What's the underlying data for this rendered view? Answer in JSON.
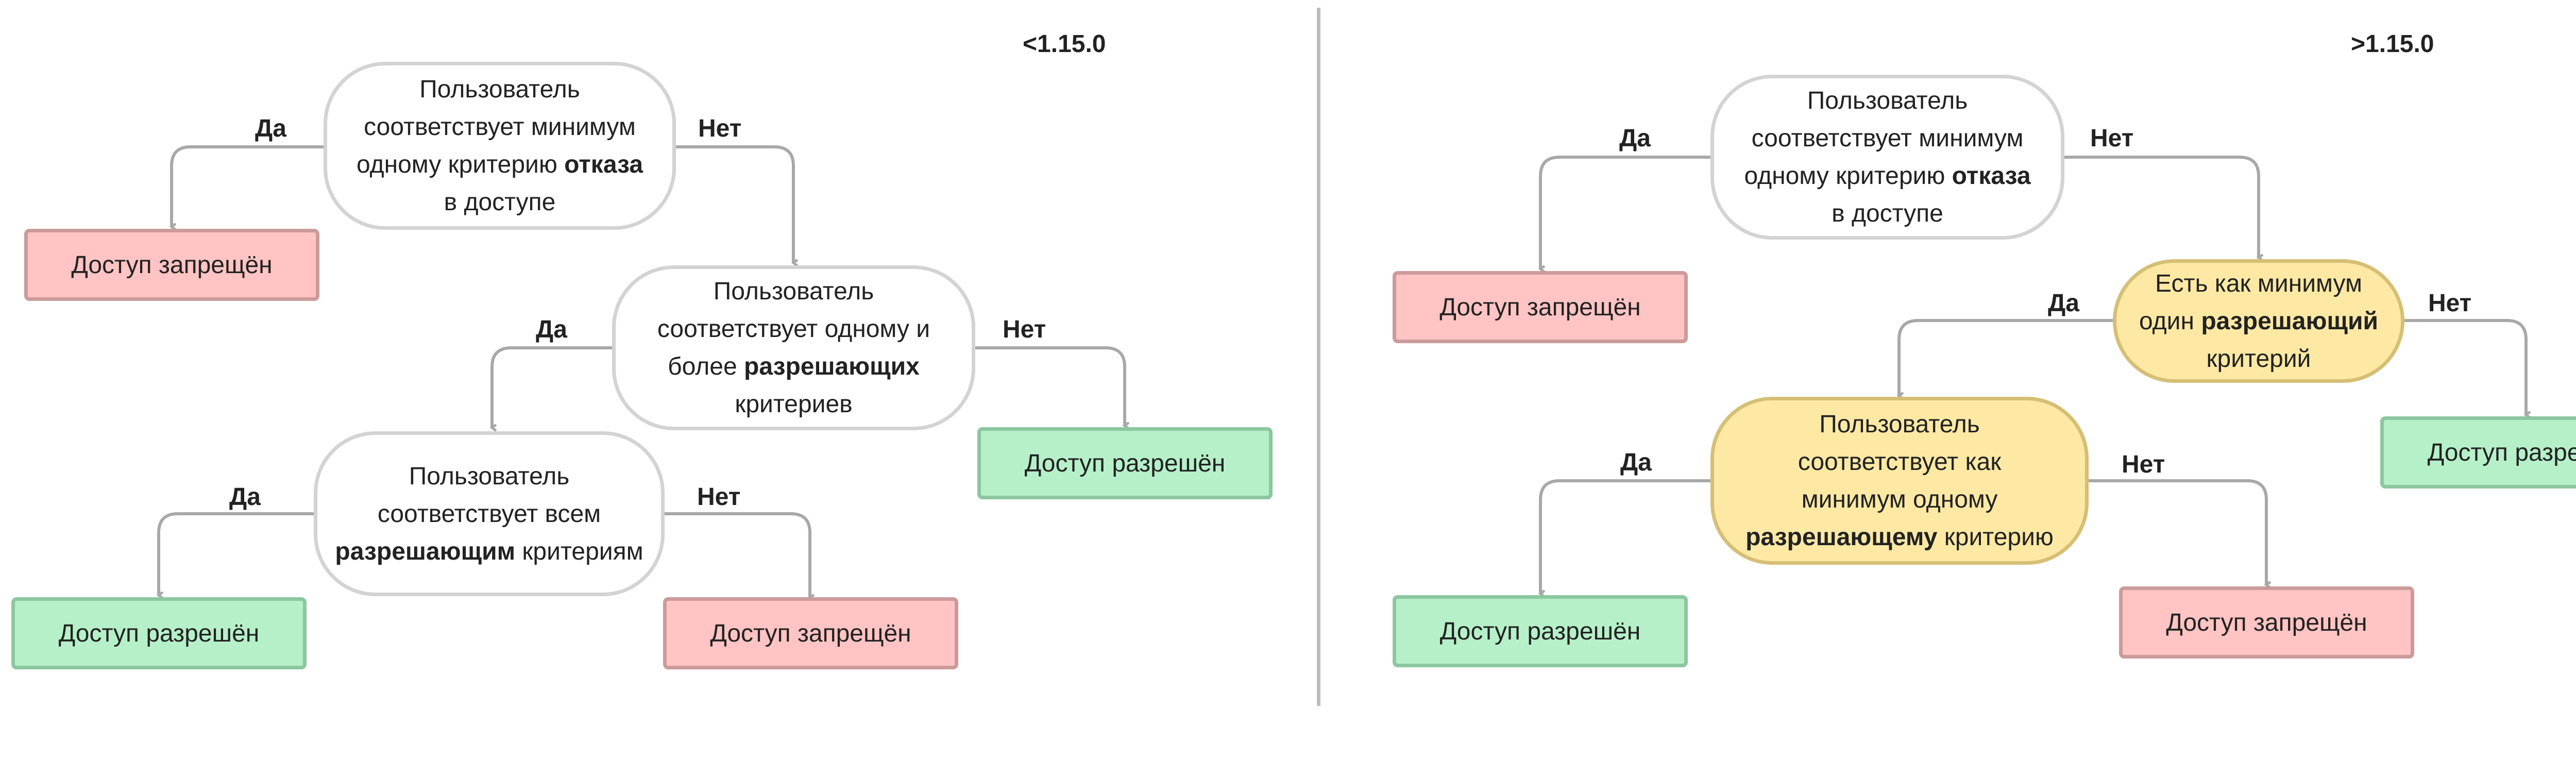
{
  "left": {
    "version": "<1.15.0",
    "q1": {
      "a": "Пользователь",
      "b": "соответствует минимум",
      "c": "одному критерию ",
      "d": "отказа",
      "e": "в доступе"
    },
    "q2": {
      "a": "Пользователь",
      "b": "соответствует одному и",
      "c": "более ",
      "d": "разрешающих",
      "e": "критериев"
    },
    "q3": {
      "a": "Пользователь",
      "b": "соответствует всем",
      "c": "разрешающим",
      "d": " критериям"
    },
    "out_deny_1": "Доступ запрещён",
    "out_allow_1": "Доступ разрешён",
    "out_allow_2": "Доступ разрешён",
    "out_deny_2": "Доступ запрещён",
    "yes": "Да",
    "no": "Нет"
  },
  "right": {
    "version": ">1.15.0",
    "q1": {
      "a": "Пользователь",
      "b": "соответствует минимум",
      "c": "одному критерию ",
      "d": "отказа",
      "e": "в доступе"
    },
    "q2": {
      "a": "Есть как минимум",
      "b": "один ",
      "c": "разрешающий",
      "d": "критерий"
    },
    "q3": {
      "a": "Пользователь",
      "b": "соответствует как",
      "c": "минимум одному",
      "d": "разрешающему",
      "e": " критерию"
    },
    "out_deny_1": "Доступ запрещён",
    "out_allow_1": "Доступ разрешён",
    "out_allow_2": "Доступ разрешён",
    "out_deny_2": "Доступ запрещён",
    "yes": "Да",
    "no": "Нет"
  },
  "colors": {
    "connector": "#a8a8a8",
    "decision_border": "#d3d3d3",
    "highlight_fill": "#fde9a4",
    "deny_fill": "#ffc4c3",
    "allow_fill": "#b6f0c9"
  }
}
